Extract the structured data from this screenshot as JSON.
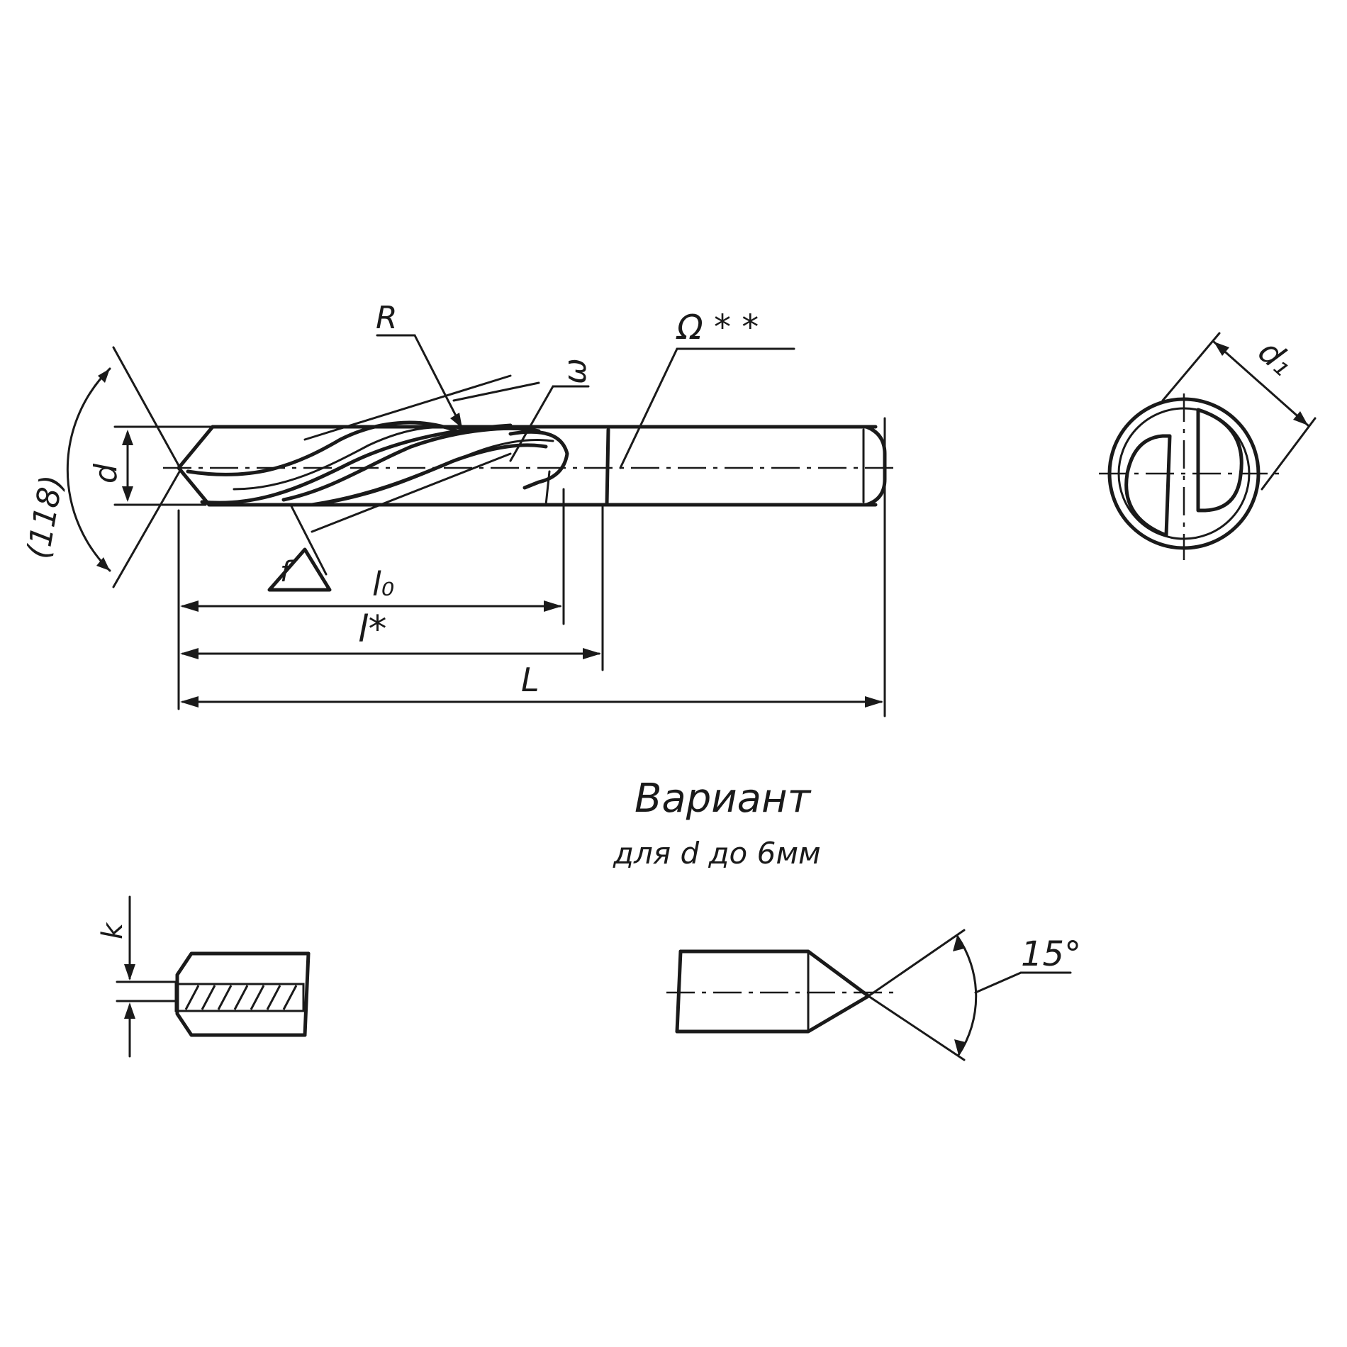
{
  "labels": {
    "tip_angle": "(118)",
    "diameter": "d",
    "radius": "R",
    "helix_angle": "ω",
    "surface_finish": "Ω * *",
    "back_taper": "f",
    "flute_length": "l₀",
    "working_length": "l*",
    "total_length": "L",
    "shank_diameter": "d₁",
    "variant_title": "Вариант",
    "variant_subtitle": "для d до 6мм",
    "web_thickness": "k",
    "angle_15": "15°"
  }
}
